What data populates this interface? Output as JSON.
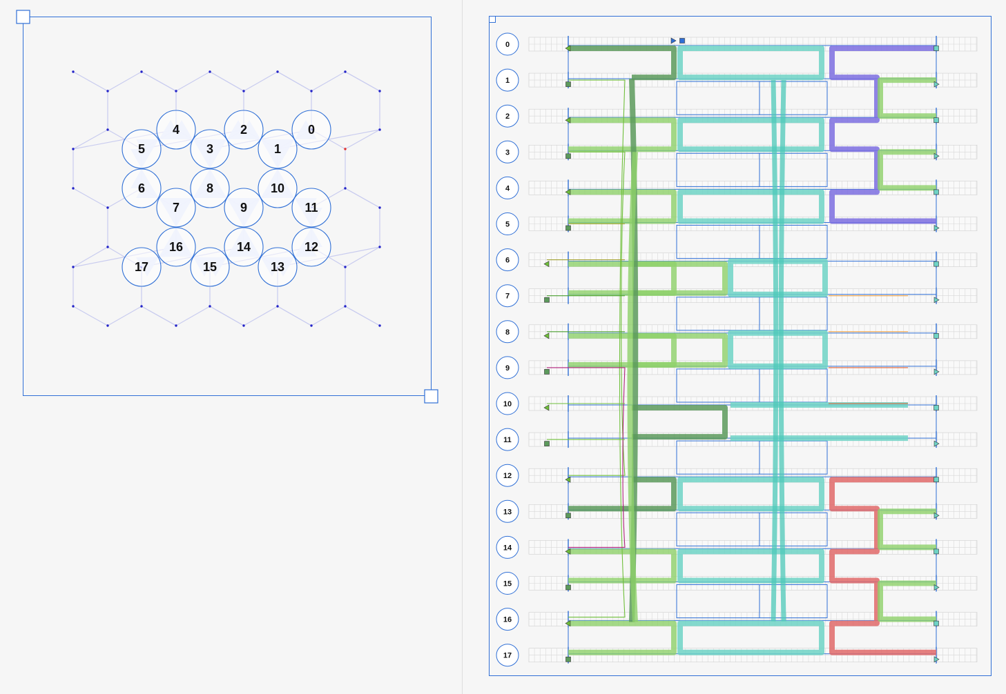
{
  "colors": {
    "accent": "#2f6fd6",
    "grid": "#c9ccef",
    "node_dot": "#2323c8",
    "dark_green": "#5c9a5c",
    "light_green": "#8fd16a",
    "teal": "#6fd3c5",
    "purple": "#7d6fe0",
    "red": "#e06a6a",
    "orange": "#f0a040"
  },
  "chip": {
    "qubits": [
      {
        "label": "0"
      },
      {
        "label": "1"
      },
      {
        "label": "2"
      },
      {
        "label": "3"
      },
      {
        "label": "4"
      },
      {
        "label": "5"
      },
      {
        "label": "6"
      },
      {
        "label": "7"
      },
      {
        "label": "8"
      },
      {
        "label": "9"
      },
      {
        "label": "10"
      },
      {
        "label": "11"
      },
      {
        "label": "12"
      },
      {
        "label": "13"
      },
      {
        "label": "14"
      },
      {
        "label": "15"
      },
      {
        "label": "16"
      },
      {
        "label": "17"
      }
    ],
    "couplings": [
      [
        0,
        1
      ],
      [
        1,
        2
      ],
      [
        2,
        3
      ],
      [
        3,
        4
      ],
      [
        4,
        5
      ],
      [
        5,
        6
      ],
      [
        6,
        7
      ],
      [
        7,
        8
      ],
      [
        8,
        3
      ],
      [
        8,
        9
      ],
      [
        9,
        10
      ],
      [
        10,
        1
      ],
      [
        10,
        11
      ],
      [
        11,
        12
      ],
      [
        12,
        13
      ],
      [
        13,
        14
      ],
      [
        14,
        9
      ],
      [
        14,
        15
      ],
      [
        15,
        16
      ],
      [
        16,
        7
      ],
      [
        16,
        17
      ]
    ]
  },
  "timeline": {
    "rows": [
      {
        "label": "0"
      },
      {
        "label": "1"
      },
      {
        "label": "2"
      },
      {
        "label": "3"
      },
      {
        "label": "4"
      },
      {
        "label": "5"
      },
      {
        "label": "6"
      },
      {
        "label": "7"
      },
      {
        "label": "8"
      },
      {
        "label": "9"
      },
      {
        "label": "10"
      },
      {
        "label": "11"
      },
      {
        "label": "12"
      },
      {
        "label": "13"
      },
      {
        "label": "14"
      },
      {
        "label": "15"
      },
      {
        "label": "16"
      },
      {
        "label": "17"
      }
    ]
  }
}
